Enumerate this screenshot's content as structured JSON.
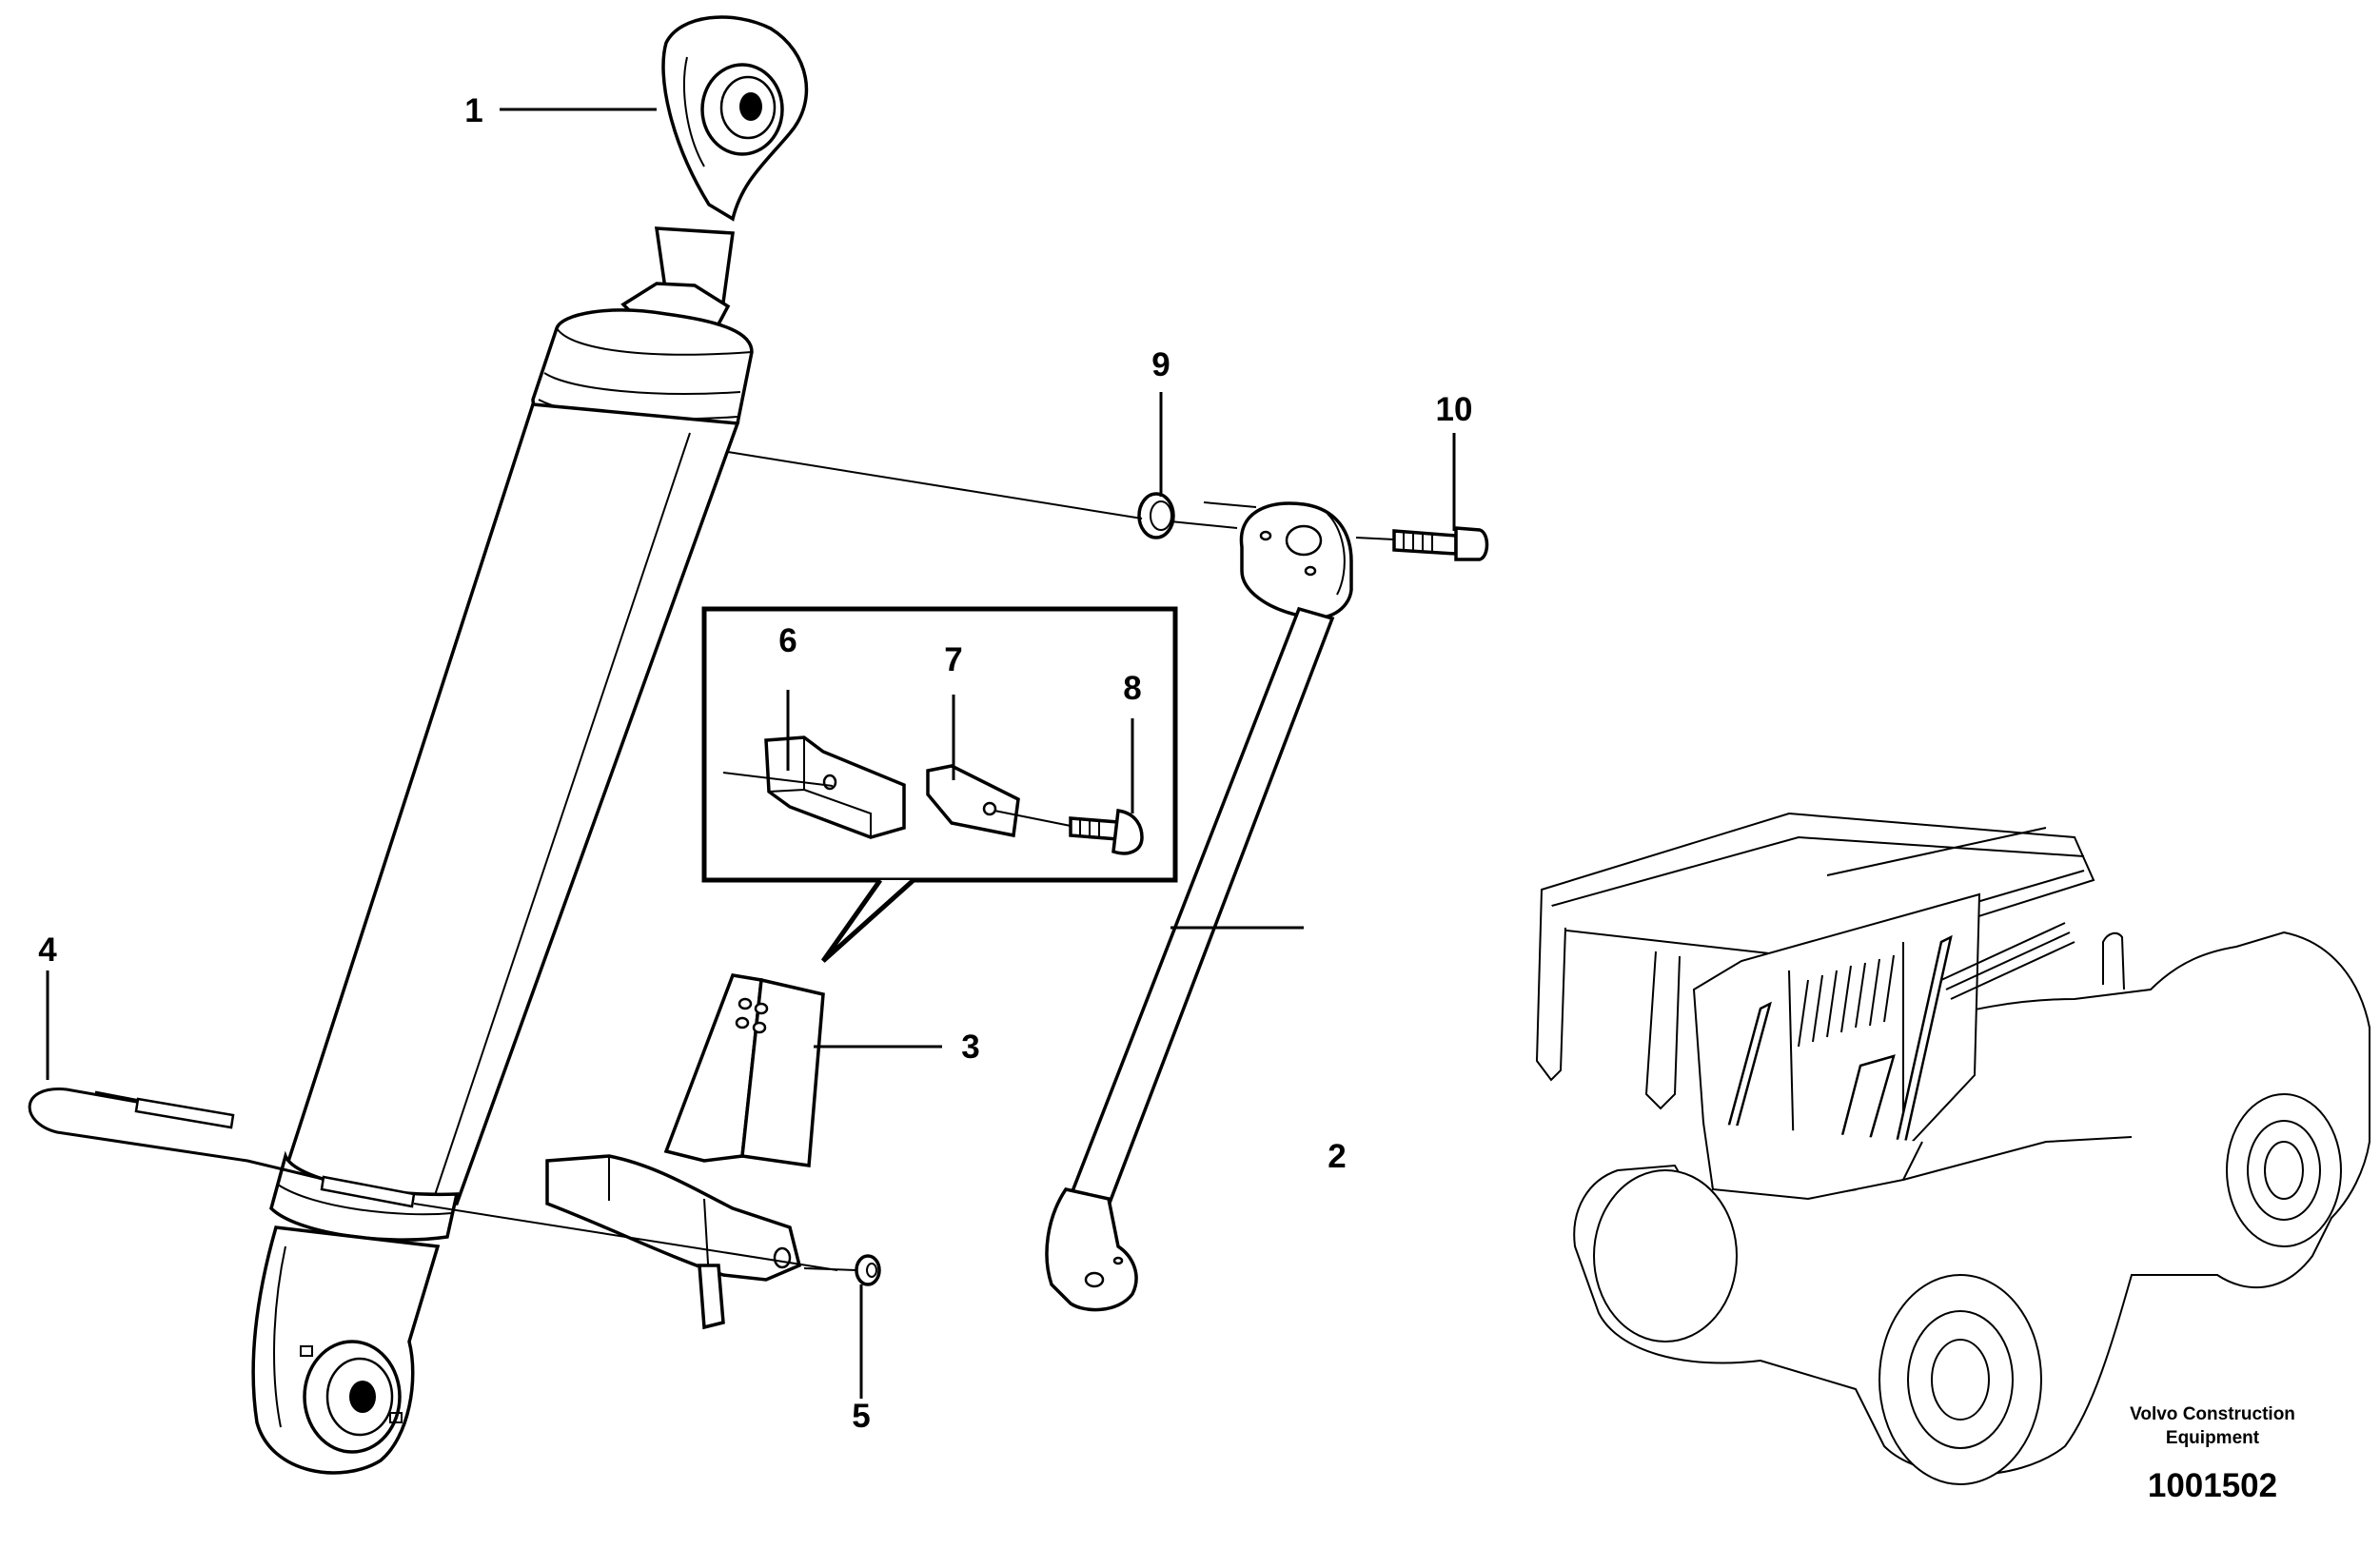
{
  "callouts": [
    {
      "label": "1"
    },
    {
      "label": "2"
    },
    {
      "label": "3"
    },
    {
      "label": "4"
    },
    {
      "label": "5"
    },
    {
      "label": "6"
    },
    {
      "label": "7"
    },
    {
      "label": "8"
    },
    {
      "label": "9"
    },
    {
      "label": "10"
    }
  ],
  "footer": {
    "credit_line1": "Volvo Construction",
    "credit_line2": "Equipment",
    "diagram_number": "1001502"
  }
}
